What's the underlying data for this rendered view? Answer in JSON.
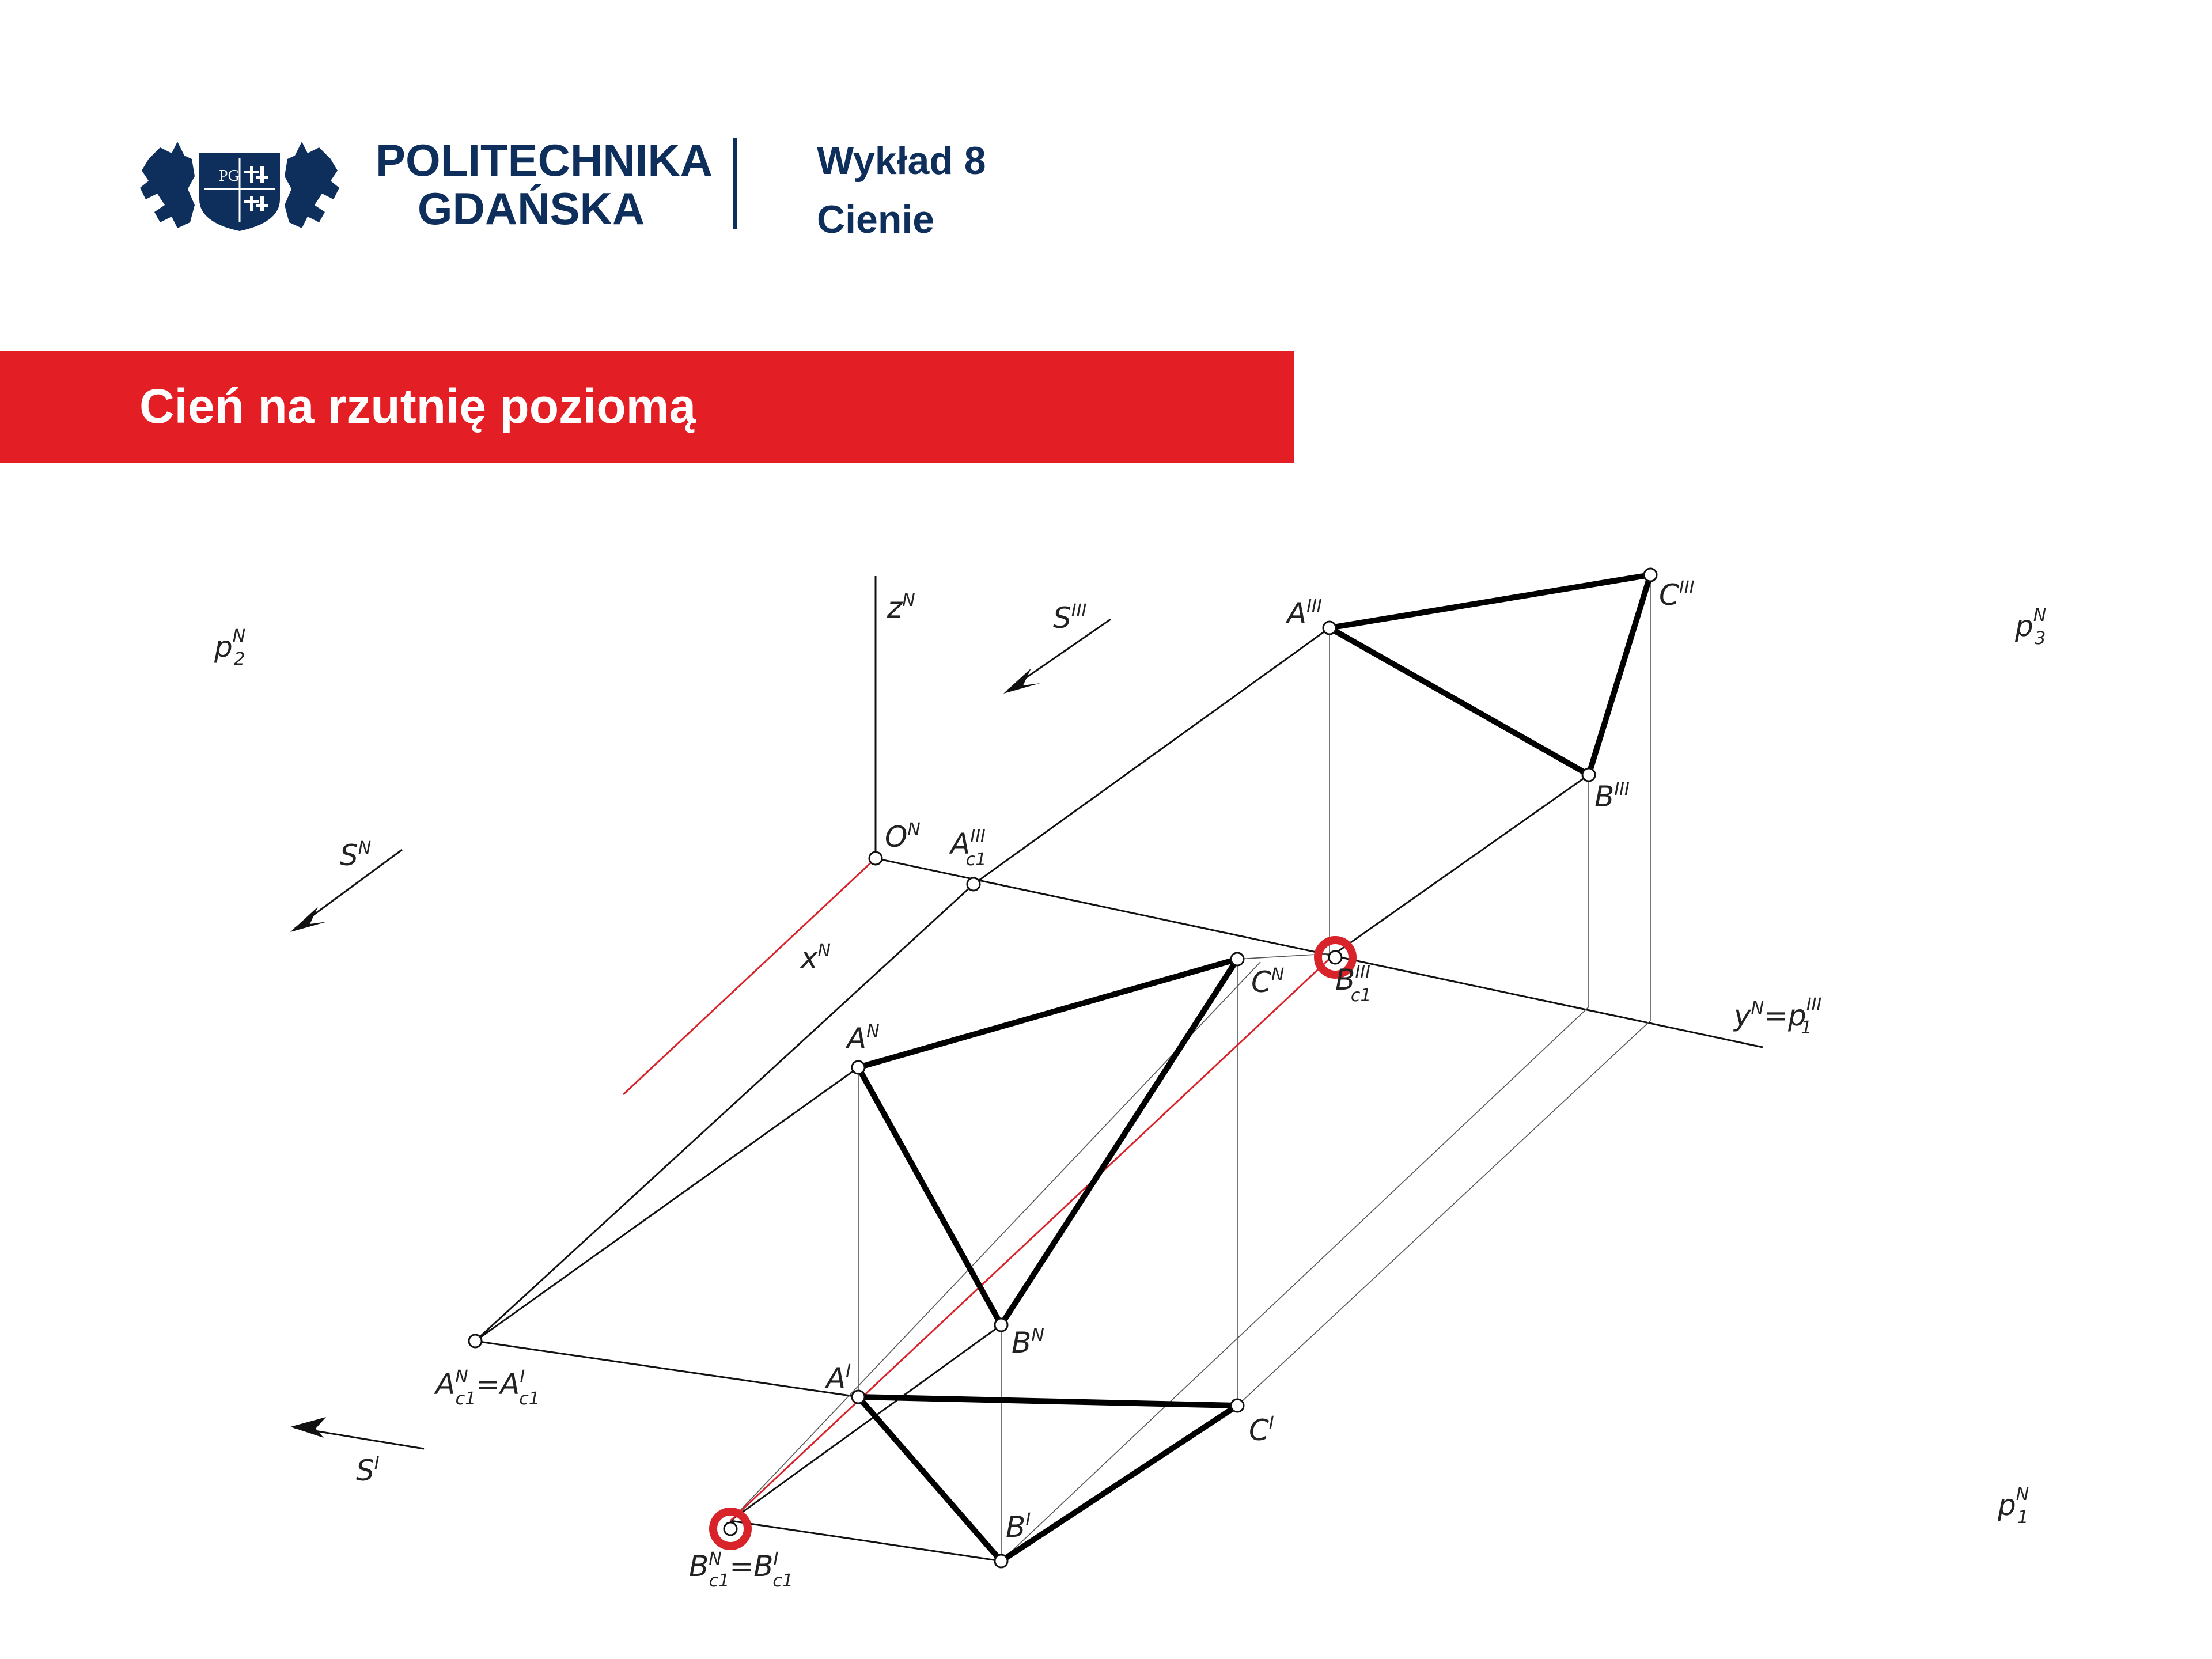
{
  "header": {
    "logo": {
      "line1": "POLITECHNIKA",
      "line2": "GDAŃSKA",
      "shield_letters": "PG"
    },
    "lecture_number": "Wykład 8",
    "lecture_topic": "Cienie"
  },
  "banner": {
    "title": "Cień na rzutnię poziomą"
  },
  "colors": {
    "brand_navy": "#0e2e5c",
    "banner_red": "#e31e24",
    "highlight_red": "#d9232a",
    "line": "#111111"
  },
  "diagram": {
    "plane_labels": {
      "p2": {
        "base": "p",
        "sup": "N",
        "sub": "2"
      },
      "p3": {
        "base": "p",
        "sup": "N",
        "sub": "3"
      },
      "p1": {
        "base": "p",
        "sup": "N",
        "sub": "1"
      }
    },
    "axis_labels": {
      "z": {
        "base": "z",
        "sup": "N"
      },
      "x": {
        "base": "x",
        "sup": "N"
      },
      "y": {
        "base": "y",
        "sup": "N",
        "eq": "=p",
        "eq_sup": "III",
        "eq_sub": "1"
      },
      "O": {
        "base": "O",
        "sup": "N"
      }
    },
    "light_labels": {
      "S3": {
        "base": "S",
        "sup": "III"
      },
      "SN": {
        "base": "S",
        "sup": "N"
      },
      "S1": {
        "base": "S",
        "sup": "I"
      }
    },
    "points": {
      "A3": {
        "base": "A",
        "sup": "III"
      },
      "B3": {
        "base": "B",
        "sup": "III"
      },
      "C3": {
        "base": "C",
        "sup": "III"
      },
      "AN": {
        "base": "A",
        "sup": "N"
      },
      "BN": {
        "base": "B",
        "sup": "N"
      },
      "CN": {
        "base": "C",
        "sup": "N"
      },
      "A1": {
        "base": "A",
        "sup": "I"
      },
      "B1": {
        "base": "B",
        "sup": "I"
      },
      "C1": {
        "base": "C",
        "sup": "I"
      },
      "Ac1_3": {
        "base": "A",
        "sup": "III",
        "sub": "c1"
      },
      "Bc1_3": {
        "base": "B",
        "sup": "III",
        "sub": "c1"
      },
      "AcN_eq": {
        "base": "A",
        "sup": "N",
        "sub": "c1",
        "eq": "=A",
        "eq_sup": "I",
        "eq_sub": "c1"
      },
      "BcN_eq": {
        "base": "B",
        "sup": "N",
        "sub": "c1",
        "eq": "=B",
        "eq_sup": "I",
        "eq_sub": "c1"
      }
    }
  }
}
